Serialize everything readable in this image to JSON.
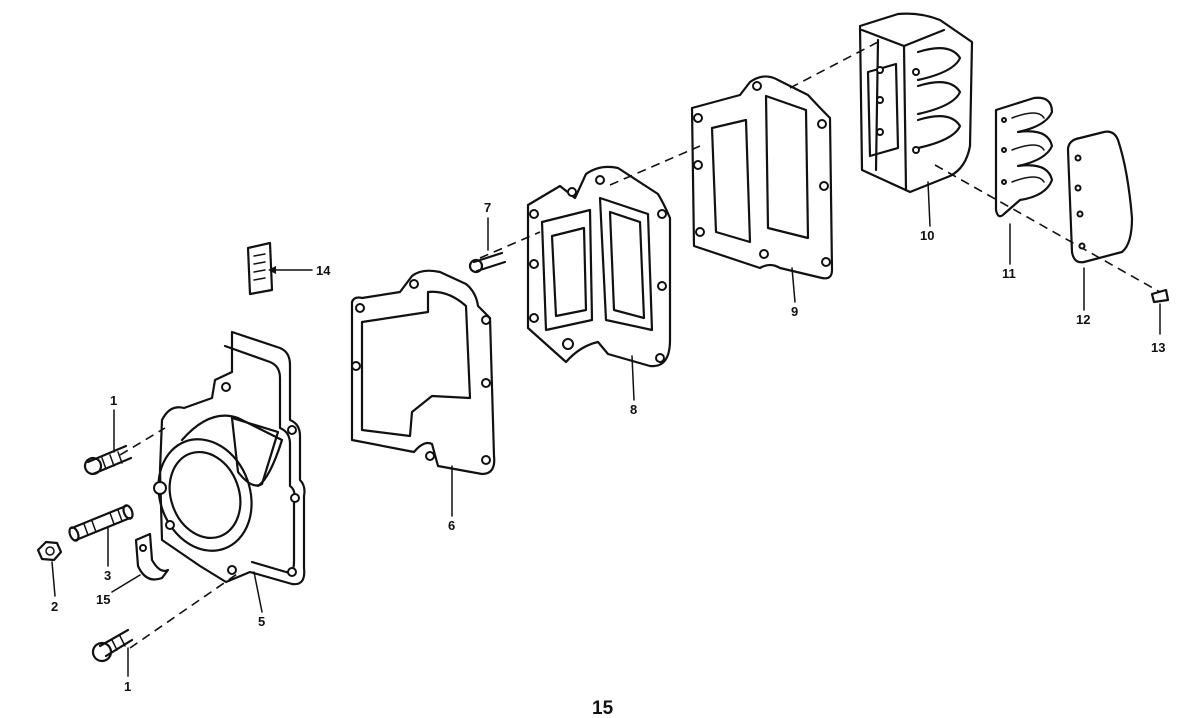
{
  "callouts": {
    "c1a": "1",
    "c1b": "1",
    "c2": "2",
    "c3": "3",
    "c5": "5",
    "c6": "6",
    "c7": "7",
    "c8": "8",
    "c9": "9",
    "c10": "10",
    "c11": "11",
    "c12": "12",
    "c13": "13",
    "c14": "14",
    "c15": "15"
  },
  "page_number": "15"
}
